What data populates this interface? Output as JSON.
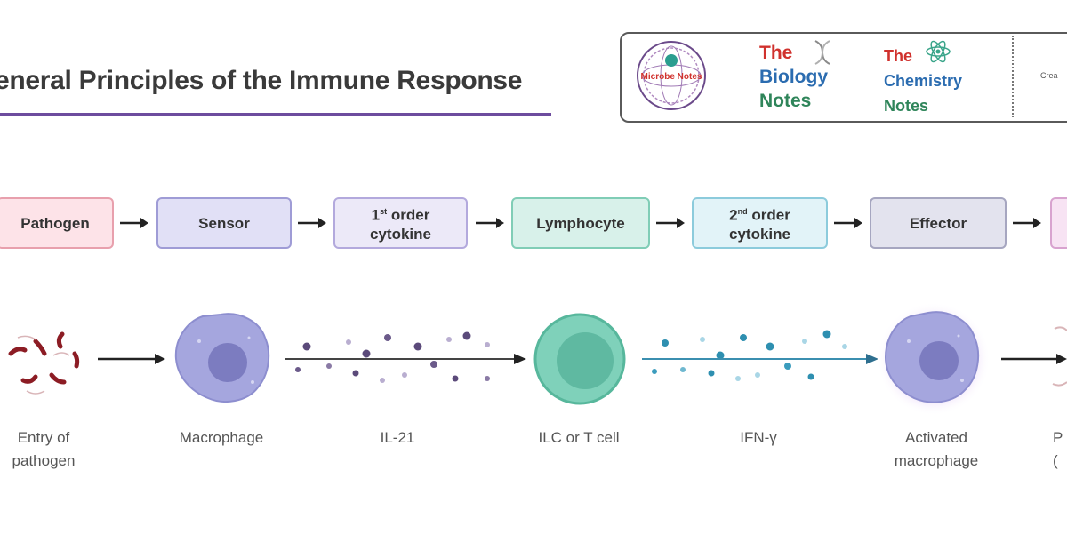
{
  "title": "eneral Principles of the Immune Response",
  "logos": {
    "microbe_notes": "Microbe Notes",
    "biology": [
      "The",
      "Biology",
      "Notes"
    ],
    "chemistry": [
      "The",
      "Chemistry",
      "Notes"
    ],
    "created_with": "Crea"
  },
  "flow": [
    {
      "label": "Pathogen",
      "fill": "#fde3e8",
      "border": "#e8a0ad"
    },
    {
      "label": "Sensor",
      "fill": "#e1e0f6",
      "border": "#9f9cd6"
    },
    {
      "label_pre": "1",
      "label_sup": "st",
      "label_post": "order",
      "label2": "cytokine",
      "fill": "#ece9f8",
      "border": "#b3a9dd"
    },
    {
      "label": "Lymphocyte",
      "fill": "#d8f1ea",
      "border": "#80cdb6"
    },
    {
      "label_pre": "2",
      "label_sup": "nd",
      "label_post": "order",
      "label2": "cytokine",
      "fill": "#e2f3f8",
      "border": "#8ccbdc"
    },
    {
      "label": "Effector",
      "fill": "#e3e3ee",
      "border": "#a6a6c0"
    },
    {
      "label": "",
      "fill": "#f7e3f3",
      "border": "#d8a3cf"
    }
  ],
  "cells": [
    {
      "label1": "Entry of",
      "label2": "pathogen"
    },
    {
      "label1": "Macrophage",
      "label2": ""
    },
    {
      "label1": "IL-21",
      "label2": ""
    },
    {
      "label1": "ILC or T cell",
      "label2": ""
    },
    {
      "label1": "IFN-γ",
      "label2": ""
    },
    {
      "label1": "Activated",
      "label2": "macrophage"
    },
    {
      "label1": "P",
      "label2": "("
    }
  ],
  "colors": {
    "title_underline": "#6d4c9e",
    "macrophage": "#a5a6de",
    "lymphocyte": "#7fd1ba",
    "cytokine1": "#5b4a7a",
    "cytokine2": "#2e8fb0",
    "pathogen": "#8c1c24"
  }
}
